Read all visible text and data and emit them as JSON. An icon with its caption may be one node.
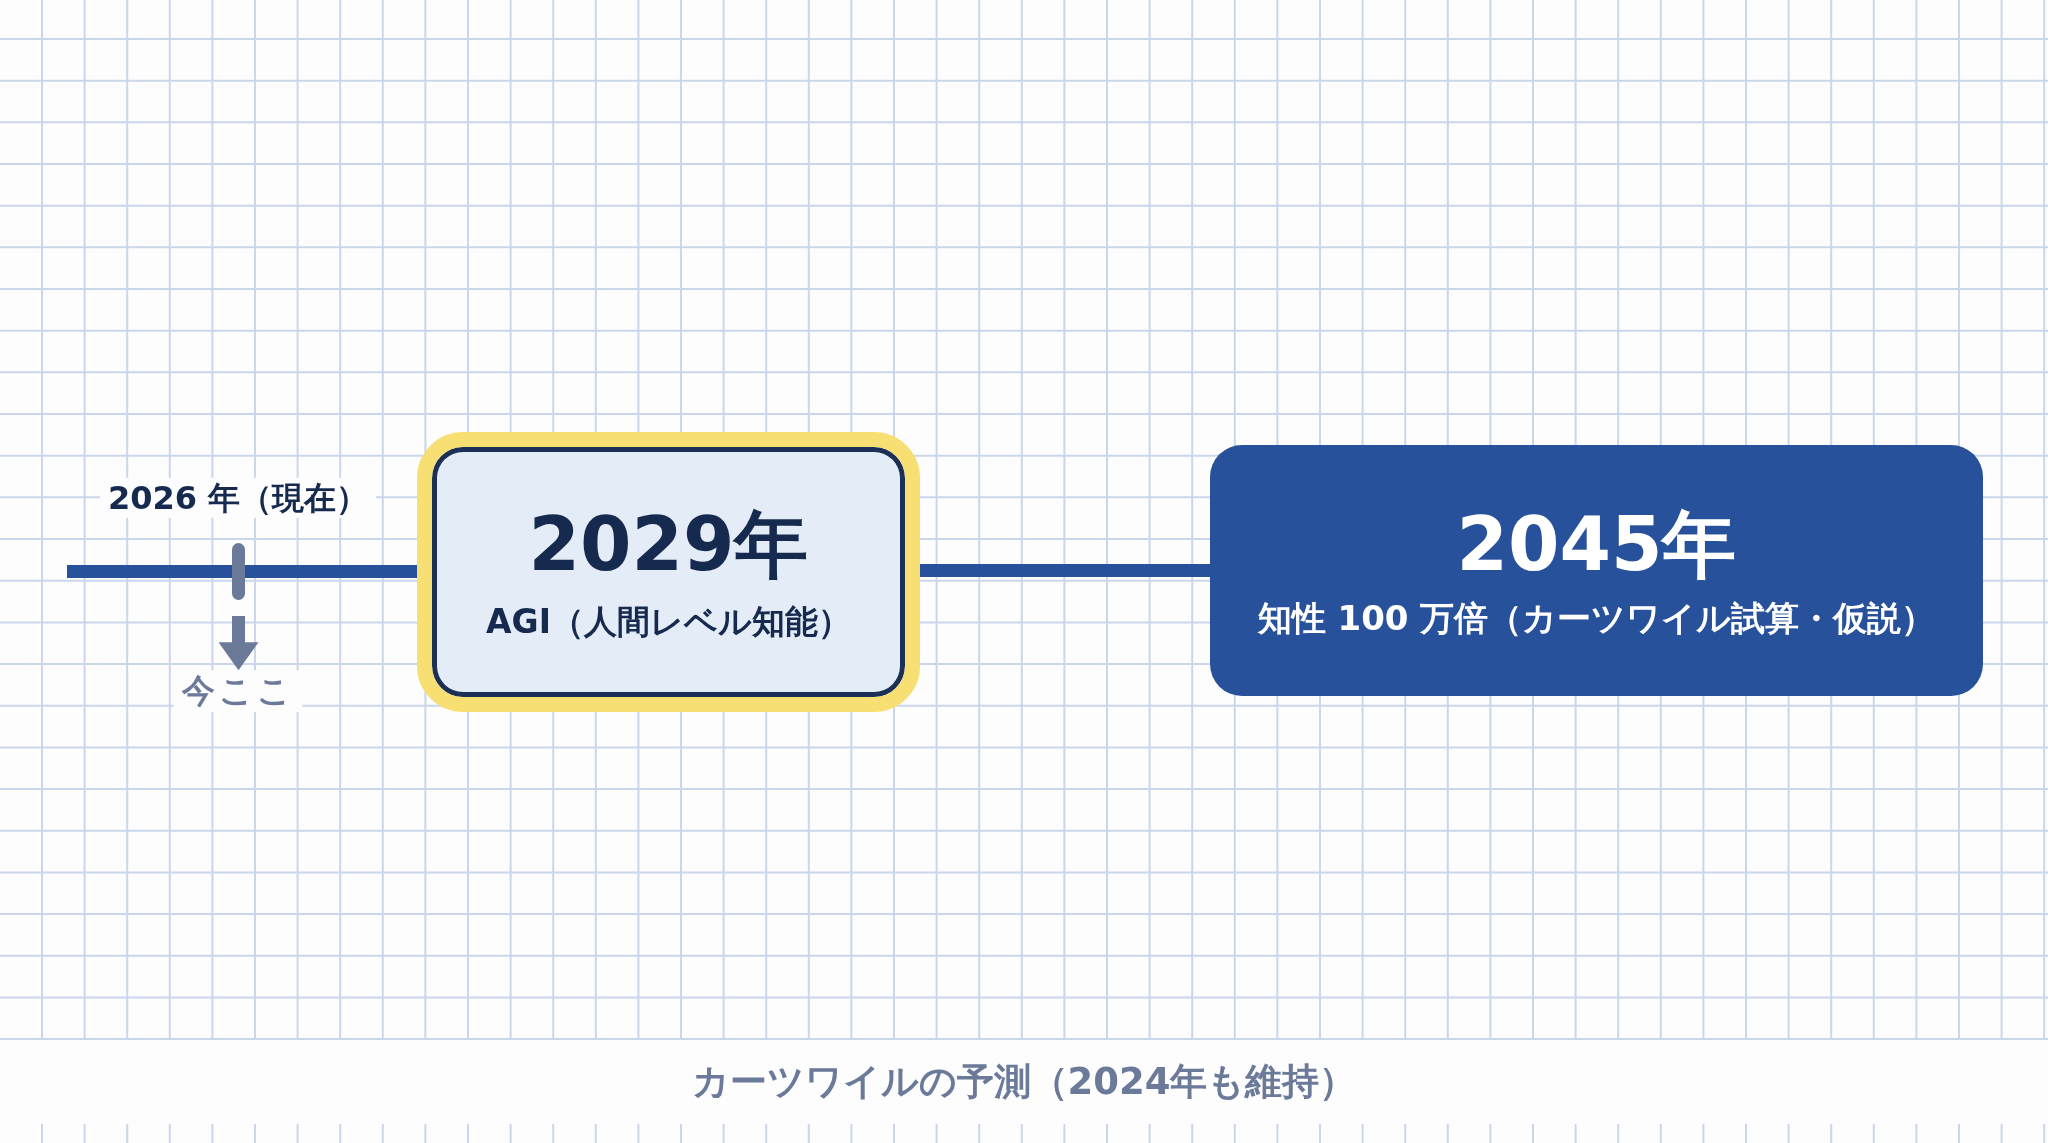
{
  "diagram": {
    "caption": "カーツワイルの予測（2024年も維持）",
    "nodes": [
      {
        "text": [],
        "shape": "bar",
        "beside": [
          "2026 年（現在）"
        ]
      },
      {
        "text": [
          "今ここ"
        ]
      },
      {
        "text": [
          "2029年",
          "AGI（人間レベル知能）"
        ]
      },
      {
        "text": [
          "2045年",
          "知性 100 万倍（カーツワイル試算・仮説）"
        ]
      }
    ],
    "edges": [
      {
        "from": null,
        "to": 0,
        "arrow": "none"
      },
      {
        "from": 0,
        "to": 2,
        "arrow": "none"
      },
      {
        "from": 0,
        "to": 1,
        "arrow": "to",
        "color": "#6b7a99"
      },
      {
        "from": 2,
        "to": 3,
        "arrow": "none"
      }
    ]
  }
}
